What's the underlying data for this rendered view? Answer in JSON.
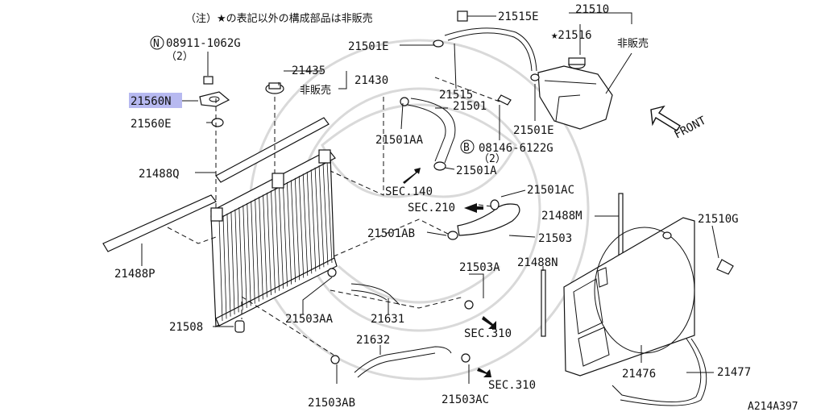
{
  "note": "（注）★の表記以外の構成部品は非販売",
  "figure_code": "A214A397",
  "front_label": "FRONT",
  "not_sold": "非販売",
  "callouts": {
    "p21515E": "21515E",
    "p21510": "21510",
    "p21516": "★21516",
    "p21501E_top": "21501E",
    "p21515": "21515",
    "p21501E_right": "21501E",
    "p08911_code": "08911-1062G",
    "p08911_prefix": "N",
    "p08911_qty": "（2）",
    "p21435": "21435",
    "p21430": "21430",
    "p21560N": "21560N",
    "p21560E": "21560E",
    "p21501": "21501",
    "p21501AA": "21501AA",
    "p08146_code": "08146-6122G",
    "p08146_prefix": "B",
    "p08146_qty": "（2）",
    "p21501A": "21501A",
    "p21488Q": "21488Q",
    "sec140": "SEC.140",
    "p21501AC": "21501AC",
    "sec210": "SEC.210",
    "p21488M": "21488M",
    "p21510G": "21510G",
    "p21501AB": "21501AB",
    "p21503": "21503",
    "p21503A": "21503A",
    "p21488N": "21488N",
    "p21488P": "21488P",
    "p21503AA": "21503AA",
    "p21631": "21631",
    "sec310_a": "SEC.310",
    "p21508": "21508",
    "p21632": "21632",
    "p21476": "21476",
    "p21477": "21477",
    "sec310_b": "SEC.310",
    "p21503AB": "21503AB",
    "p21503AC": "21503AC"
  },
  "colors": {
    "highlight": "#b7b9f0",
    "line": "#111111",
    "watermark": "#d9d9d9"
  }
}
